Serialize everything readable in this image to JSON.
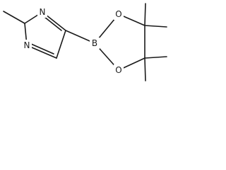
{
  "molecule": {
    "atoms": {
      "n1": "N",
      "n2": "N",
      "b": "B",
      "o1": "O",
      "o2": "O"
    },
    "bond_color": "#1a1a1a",
    "background_color": "#ffffff"
  }
}
